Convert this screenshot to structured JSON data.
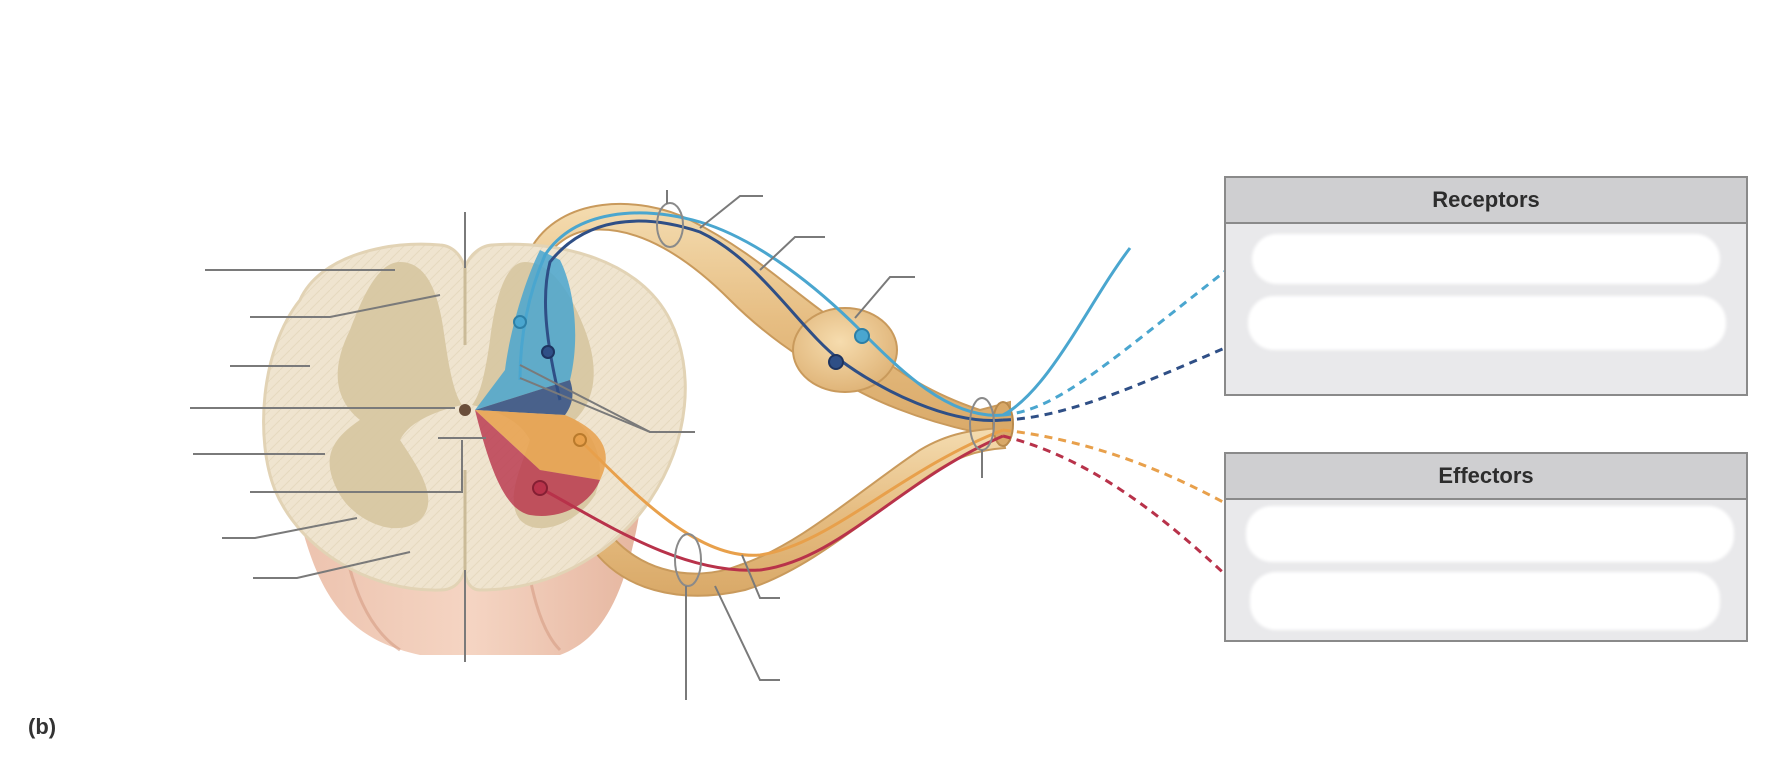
{
  "figure": {
    "label": "(b)"
  },
  "panels": {
    "receptors": {
      "title": "Receptors"
    },
    "effectors": {
      "title": "Effectors"
    }
  },
  "colors": {
    "background": "#ffffff",
    "panel_fill": "#e9e9eb",
    "panel_header": "#cfcfd1",
    "panel_border": "#8a8a8a",
    "white_matter": "#efe4cf",
    "gray_matter": "#d6c5a0",
    "nerve": "#e8c48e",
    "somatic_sensory": "#4aa6cf",
    "visceral_sensory": "#2f4f86",
    "visceral_motor": "#e8a04b",
    "somatic_motor": "#b8324a",
    "leader_line": "#7a7a7a"
  },
  "icons": [
    "sensory-neuron-cell-body-icon",
    "motor-neuron-cell-body-icon"
  ]
}
